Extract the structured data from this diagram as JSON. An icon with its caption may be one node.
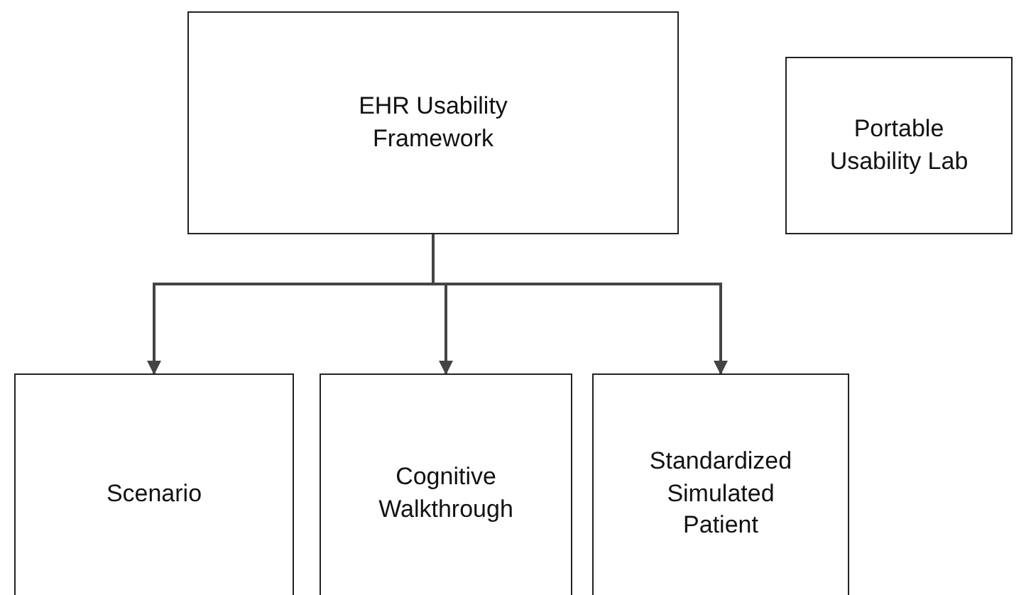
{
  "diagram": {
    "nodes": [
      {
        "text": [
          "EHR Usability Framework"
        ]
      },
      {
        "text": [
          "Portable Usability Lab"
        ]
      },
      {
        "text": [
          "Scenario"
        ]
      },
      {
        "text": [
          "Cognitive Walkthrough"
        ]
      },
      {
        "text": [
          "Standardized Simulated Patient"
        ]
      }
    ],
    "edges": [
      {
        "from": 0,
        "to": 2,
        "arrow": "to"
      },
      {
        "from": 0,
        "to": 3,
        "arrow": "to"
      },
      {
        "from": 0,
        "to": 4,
        "arrow": "to"
      }
    ]
  }
}
